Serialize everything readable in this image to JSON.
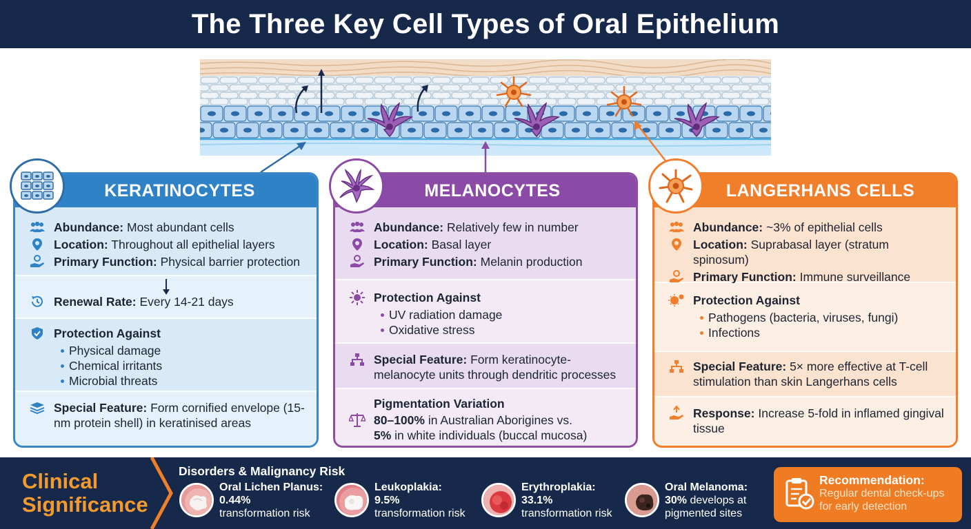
{
  "title": "The Three Key Cell Types of Oral Epithelium",
  "colors": {
    "navy": "#17294a",
    "keratinocyte": "#2f82c6",
    "melanocyte": "#8b4aa5",
    "langerhans": "#f07e2a"
  },
  "keratinocytes": {
    "name": "KERATINOCYTES",
    "abundance_label": "Abundance:",
    "abundance": "Most abundant cells",
    "location_label": "Location:",
    "location": "Throughout all epithelial layers",
    "function_label": "Primary Function:",
    "function": "Physical barrier protection",
    "renewal_label": "Renewal Rate:",
    "renewal": "Every 14-21 days",
    "protection_title": "Protection Against",
    "protection_items": [
      "Physical damage",
      "Chemical irritants",
      "Microbial threats"
    ],
    "special_label": "Special Feature:",
    "special": "Form cornified envelope (15-nm protein shell) in keratinised areas"
  },
  "melanocytes": {
    "name": "MELANOCYTES",
    "abundance_label": "Abundance:",
    "abundance": "Relatively few in number",
    "location_label": "Location:",
    "location": "Basal layer",
    "function_label": "Primary Function:",
    "function": "Melanin production",
    "protection_title": "Protection Against",
    "protection_items": [
      "UV radiation damage",
      "Oxidative stress"
    ],
    "special_label": "Special Feature:",
    "special": "Form keratinocyte-melanocyte units through dendritic processes",
    "pigment_title": "Pigmentation Variation",
    "pigment_value1": "80–100%",
    "pigment_text1": "in Australian Aborigines vs.",
    "pigment_value2": "5%",
    "pigment_text2": "in white individuals (buccal mucosa)"
  },
  "langerhans": {
    "name": "LANGERHANS CELLS",
    "abundance_label": "Abundance:",
    "abundance": "~3% of epithelial cells",
    "location_label": "Location:",
    "location": "Suprabasal layer (stratum spinosum)",
    "function_label": "Primary Function:",
    "function": "Immune surveillance",
    "protection_title": "Protection Against",
    "protection_items": [
      "Pathogens (bacteria, viruses, fungi)",
      "Infections"
    ],
    "special_label": "Special Feature:",
    "special": "5× more effective at T-cell stimulation than skin Langerhans cells",
    "response_label": "Response:",
    "response": "Increase 5-fold in inflamed gingival tissue"
  },
  "clinical": {
    "heading_line1": "Clinical",
    "heading_line2": "Significance",
    "subtitle": "Disorders & Malignancy Risk",
    "disorders": [
      {
        "name": "Oral Lichen Planus:",
        "value": "0.44%",
        "note": "transformation risk"
      },
      {
        "name": "Leukoplakia:",
        "value": "9.5%",
        "note": "transformation risk"
      },
      {
        "name": "Erythroplakia:",
        "value": "33.1%",
        "note": "transformation risk"
      },
      {
        "name": "Oral Melanoma:",
        "value": "30%",
        "note": "develops at",
        "note2": "pigmented sites"
      }
    ],
    "recommendation_title": "Recommendation:",
    "recommendation_line1": "Regular dental check-ups",
    "recommendation_line2": "for early detection"
  }
}
